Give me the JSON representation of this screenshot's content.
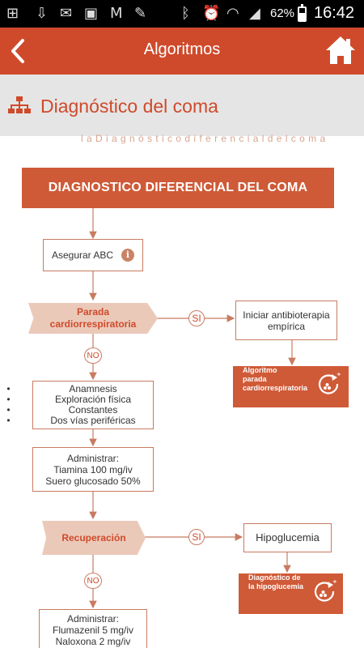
{
  "status_bar": {
    "battery": "62%",
    "battery_level": 0.62,
    "time": "16:42"
  },
  "app_bar": {
    "title": "Algoritmos",
    "back_icon": "chevron-left-icon",
    "home_icon": "home-icon"
  },
  "section": {
    "title": "Diagnóstico del coma",
    "icon": "sitemap-icon",
    "ghost_breadcrumb": "l a D i a g n ó s t i c o d i f e r e n c i a l d e l c o m a"
  },
  "flowchart": {
    "title": "DIAGNOSTICO DIFERENCIAL DEL COMA",
    "step_abc": "Asegurar ABC",
    "info_icon_glyph": "i",
    "decision_pcr_line1": "Parada",
    "decision_pcr_line2": "cardiorrespiratoria",
    "yes_1": "SI",
    "no_1": "NO",
    "antibiotic_line1": "Iniciar antibioterapia",
    "antibiotic_line2": "empírica",
    "card_pcr_line1": "Algoritmo",
    "card_pcr_line2": "parada",
    "card_pcr_line3": "cardiorrespiratoria",
    "checklist": [
      "Anamnesis",
      "Exploración física",
      "Constantes",
      "Dos vías periféricas"
    ],
    "admin1_line1": "Administrar:",
    "admin1_line2": "Tiamina 100 mg/iv",
    "admin1_line3": "Suero glucosado 50%",
    "decision_recovery": "Recuperación",
    "yes_2": "SI",
    "hypoglycemia": "Hipoglucemia",
    "card_hypo_line1": "Diagnóstico de",
    "card_hypo_line2": "la hipoglucemia",
    "no_2": "NO",
    "admin2_line1": "Administrar:",
    "admin2_line2": "Flumazenil 5 mg/iv",
    "admin2_line3": "Naloxona 2 mg/iv"
  },
  "colors": {
    "accent": "#cf4a2b",
    "decision_fill": "#ebc9b9",
    "header_gray": "#e5e5e5",
    "connector": "#c87b60"
  }
}
